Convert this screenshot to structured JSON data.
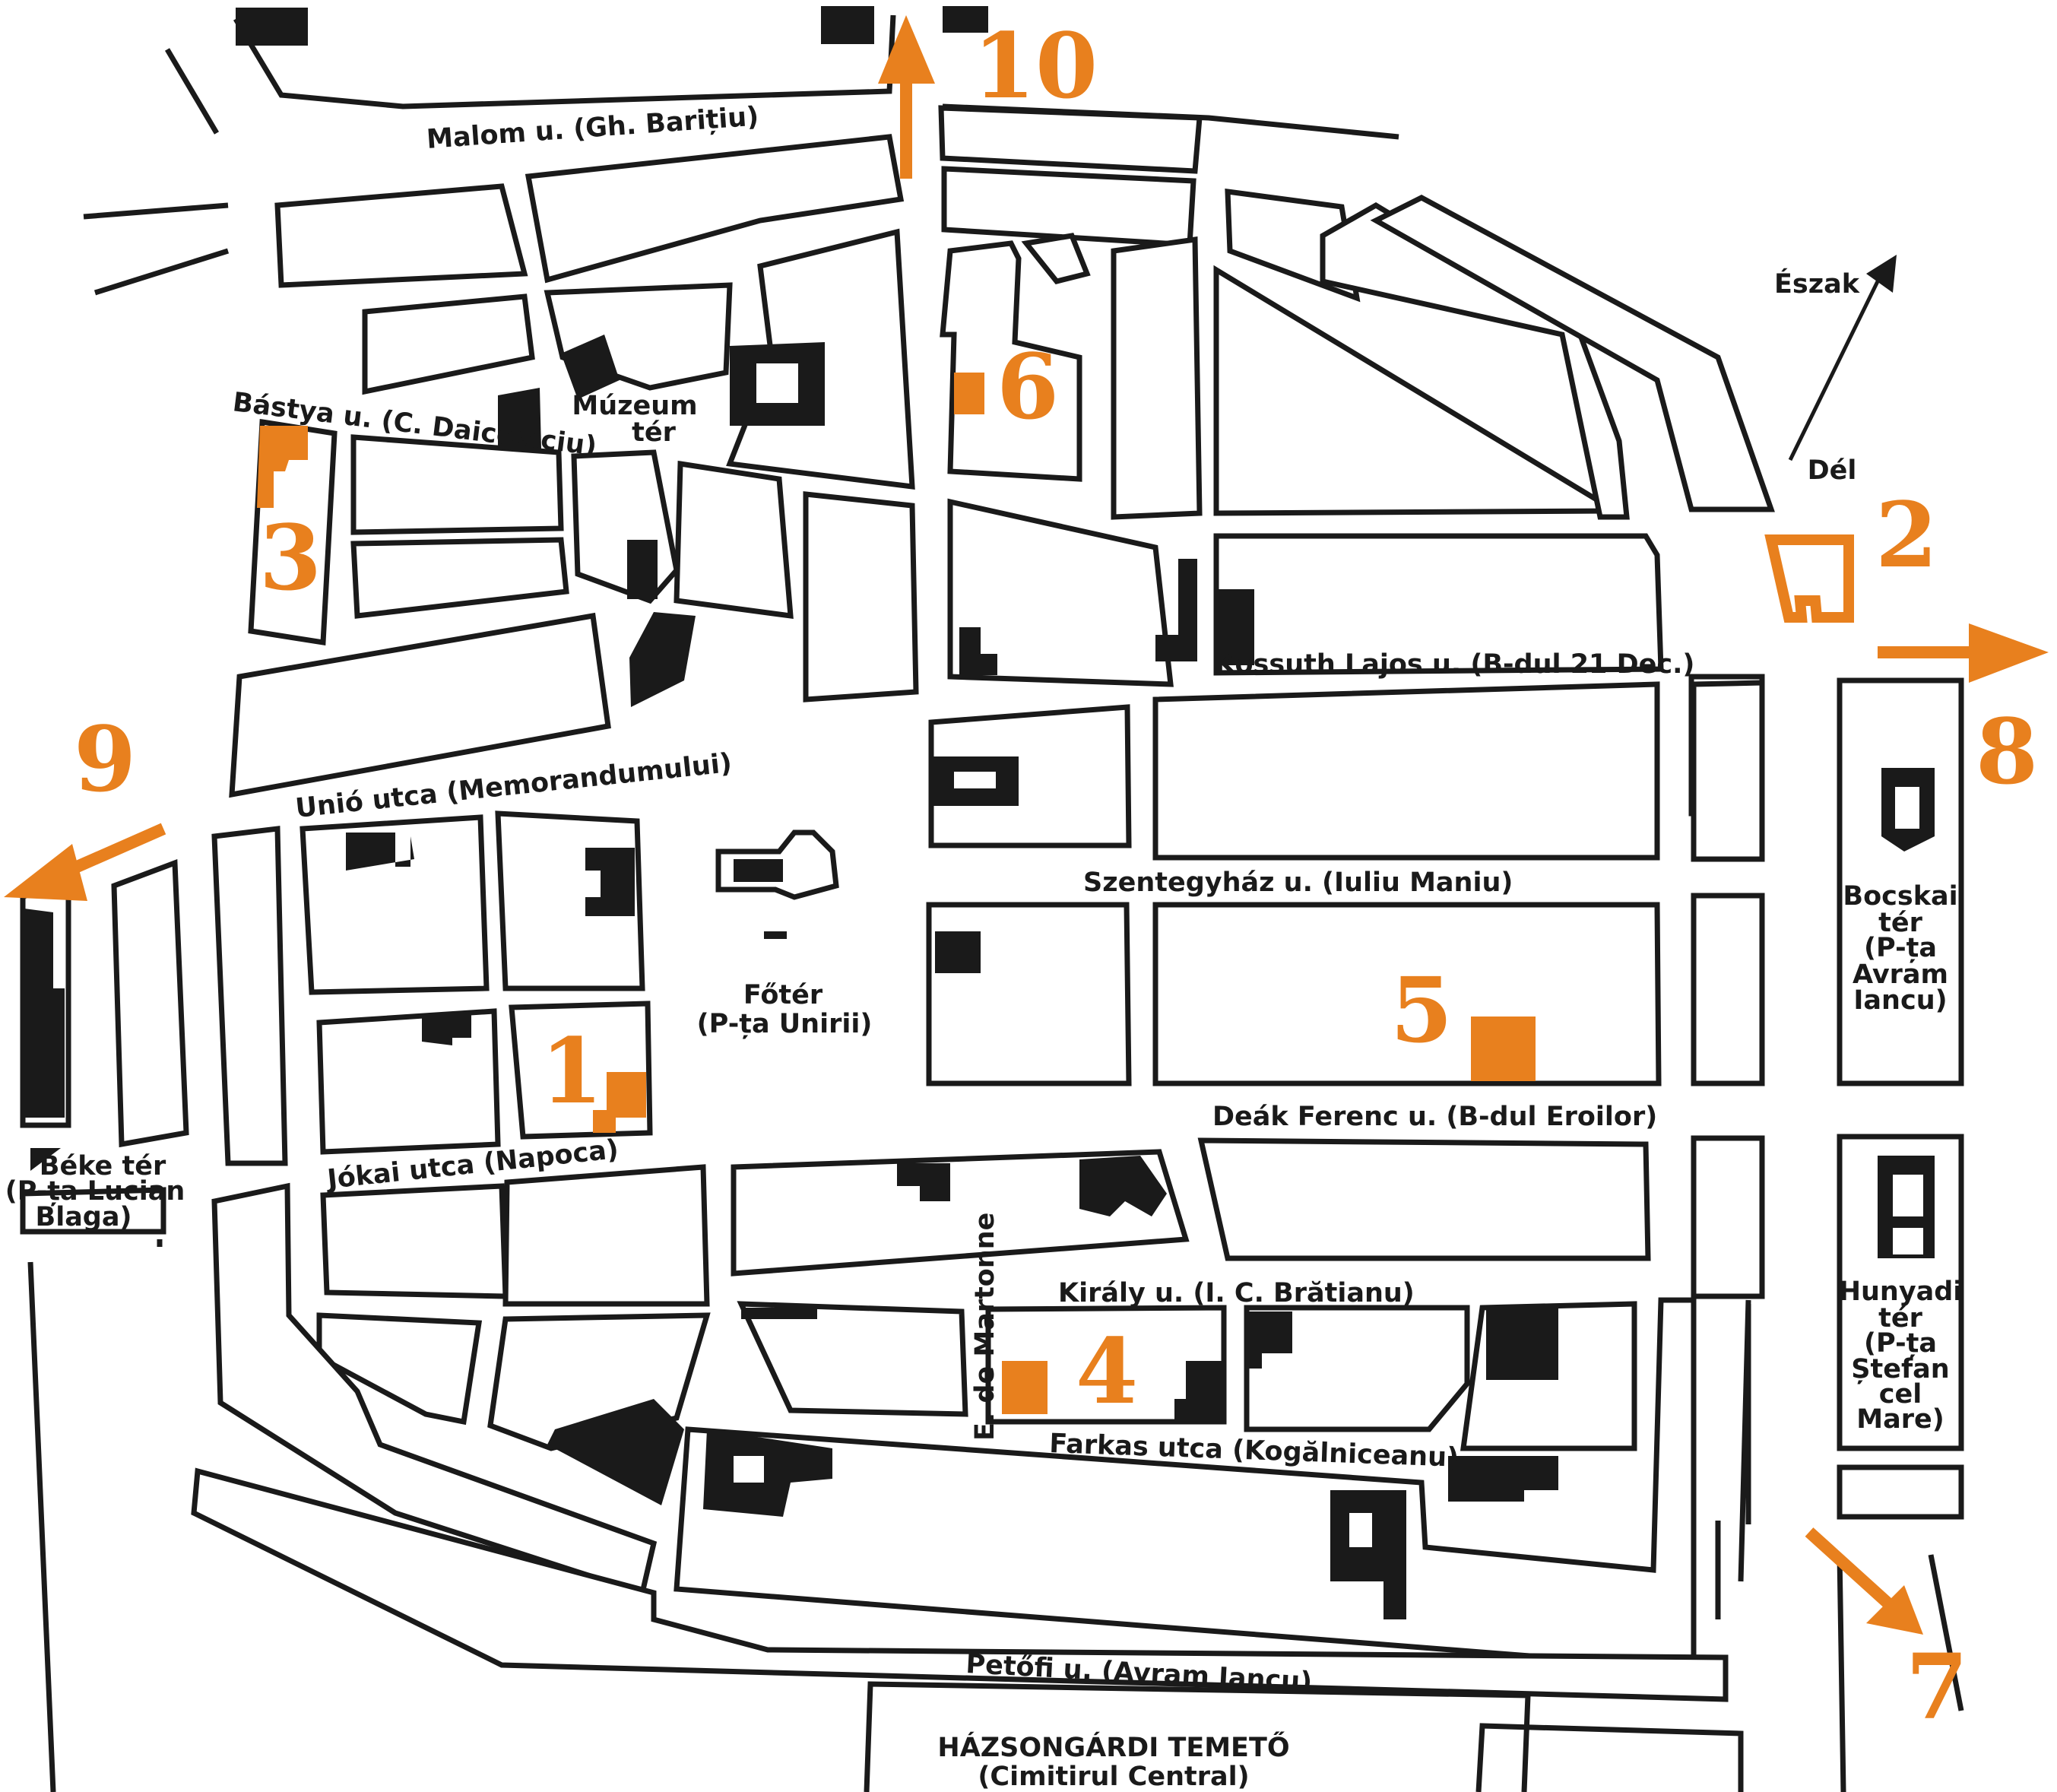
{
  "colors": {
    "accent": "#e8801e",
    "ink": "#1a1a1a",
    "background": "#ffffff"
  },
  "streets": {
    "malom": "Malom u. (Gh. Barițiu)",
    "bastya": "Bástya u. (C. Daicoviciu)",
    "unio": "Unió utca (Memorandumului)",
    "kossuth": "Kossuth Lajos u. (B-dul 21 Dec.)",
    "szentegyhaz": "Szentegyház u. (Iuliu Maniu)",
    "deak": "Deák Ferenc u. (B-dul Eroilor)",
    "jokai": "Jókai utca (Napoca)",
    "kiraly": "Király u. (I. C. Brătianu)",
    "martonne": "E. de Martonne",
    "farkas": "Farkas utca (Kogălniceanu)",
    "petofi": "Petőfi u. (Avram Iancu)"
  },
  "places": {
    "muzeum": [
      "Múzeum",
      "tér"
    ],
    "foter": [
      "Főtér",
      "(P-ța Unirii)"
    ],
    "beke": [
      "Béke tér",
      "(P-ța Lucian",
      "Blaga)"
    ],
    "bocskai": [
      "Bocskai",
      "tér",
      "(P-ța",
      "Avram",
      "Iancu)"
    ],
    "hunyadi": [
      "Hunyadi",
      "tér",
      "(P-ța",
      "Ștefan",
      "cel",
      "Mare)"
    ],
    "cemetery": [
      "HÁZSONGÁRDI TEMETŐ",
      "(Cimitirul Central)"
    ]
  },
  "compass": {
    "north": "Észak",
    "south": "Dél"
  },
  "markers": [
    "1",
    "2",
    "3",
    "4",
    "5",
    "6",
    "7",
    "8",
    "9",
    "10"
  ]
}
